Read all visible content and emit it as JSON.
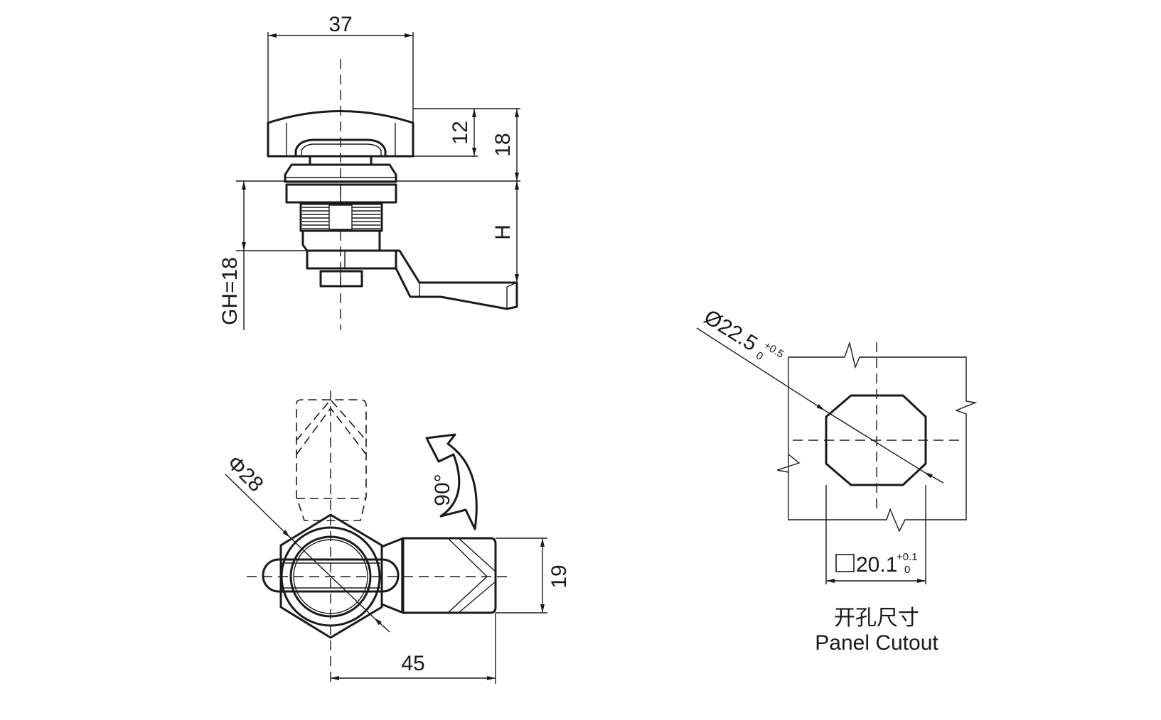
{
  "side_view": {
    "width_dim": "37",
    "knob_height_dim": "12",
    "top_height_dim": "18",
    "h_dim": "H",
    "grip_dim": "GH=18"
  },
  "front_view": {
    "diameter_dim": "Φ28",
    "rotation_label": "90°",
    "cam_width_dim": "19",
    "cam_length_dim": "45"
  },
  "panel_cutout": {
    "diameter_dim": "Ø22.5",
    "diameter_tol_upper": "+0.5",
    "diameter_tol_lower": "0",
    "square_symbol": "□",
    "square_dim": "20.1",
    "square_tol_upper": "+0.1",
    "square_tol_lower": "0",
    "title_cn": "开孔尺寸",
    "title_en": "Panel Cutout"
  }
}
